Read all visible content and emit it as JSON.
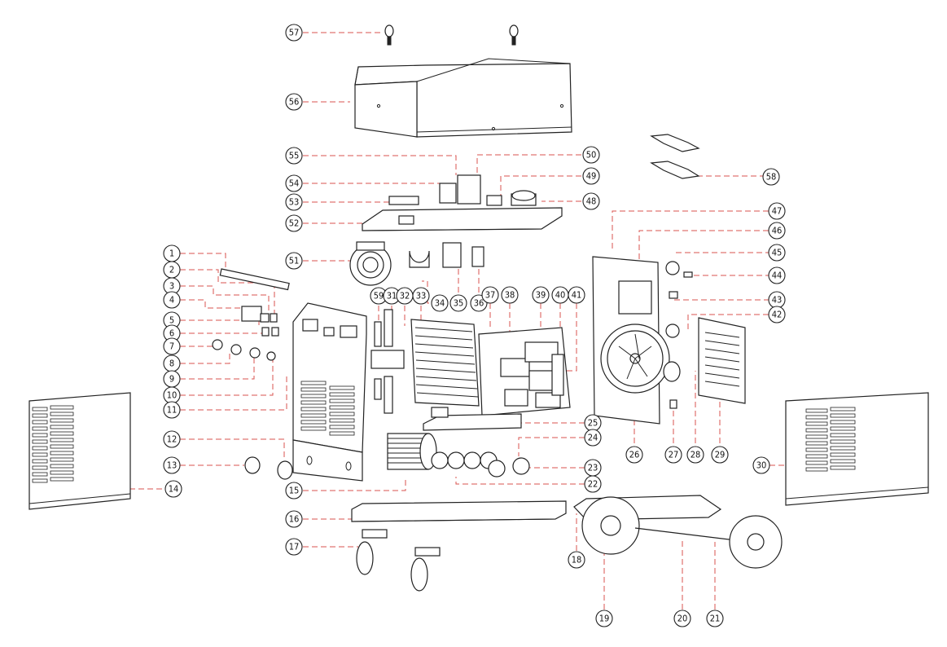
{
  "callouts": [
    {
      "n": "57"
    },
    {
      "n": "56"
    },
    {
      "n": "55"
    },
    {
      "n": "50"
    },
    {
      "n": "54"
    },
    {
      "n": "49"
    },
    {
      "n": "53"
    },
    {
      "n": "48"
    },
    {
      "n": "52"
    },
    {
      "n": "58"
    },
    {
      "n": "47"
    },
    {
      "n": "46"
    },
    {
      "n": "45"
    },
    {
      "n": "44"
    },
    {
      "n": "43"
    },
    {
      "n": "42"
    },
    {
      "n": "51"
    },
    {
      "n": "1"
    },
    {
      "n": "2"
    },
    {
      "n": "3"
    },
    {
      "n": "4"
    },
    {
      "n": "5"
    },
    {
      "n": "6"
    },
    {
      "n": "7"
    },
    {
      "n": "8"
    },
    {
      "n": "9"
    },
    {
      "n": "10"
    },
    {
      "n": "11"
    },
    {
      "n": "34"
    },
    {
      "n": "35"
    },
    {
      "n": "36"
    },
    {
      "n": "59"
    },
    {
      "n": "31"
    },
    {
      "n": "32"
    },
    {
      "n": "33"
    },
    {
      "n": "37"
    },
    {
      "n": "38"
    },
    {
      "n": "39"
    },
    {
      "n": "40"
    },
    {
      "n": "41"
    },
    {
      "n": "25"
    },
    {
      "n": "24"
    },
    {
      "n": "23"
    },
    {
      "n": "22"
    },
    {
      "n": "26"
    },
    {
      "n": "27"
    },
    {
      "n": "28"
    },
    {
      "n": "29"
    },
    {
      "n": "30"
    },
    {
      "n": "12"
    },
    {
      "n": "13"
    },
    {
      "n": "14"
    },
    {
      "n": "15"
    },
    {
      "n": "16"
    },
    {
      "n": "17"
    },
    {
      "n": "18"
    },
    {
      "n": "19"
    },
    {
      "n": "20"
    },
    {
      "n": "21"
    }
  ]
}
